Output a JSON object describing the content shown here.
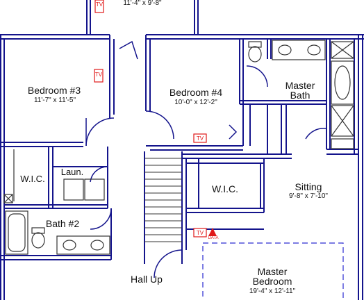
{
  "rooms": {
    "top_dims": "11'-4\" x 9'-8\"",
    "bedroom3": {
      "name": "Bedroom #3",
      "dims": "11'-7\" x 11'-5\""
    },
    "bedroom4": {
      "name": "Bedroom #4",
      "dims": "10'-0\" x 12'-2\""
    },
    "master_bath": {
      "name_line1": "Master",
      "name_line2": "Bath"
    },
    "wic_left": {
      "name": "W.I.C."
    },
    "laundry": {
      "name": "Laun."
    },
    "wic_center": {
      "name": "W.I.C."
    },
    "sitting": {
      "name": "Sitting",
      "dims": "9'-8\" x 7'-10\""
    },
    "bath2": {
      "name": "Bath #2"
    },
    "hall": {
      "name": "Hall Up"
    },
    "master_bedroom": {
      "name_line1": "Master",
      "name_line2": "Bedroom",
      "dims": "19'-4\" x 12'-11\""
    }
  },
  "symbols": {
    "tv": "TV",
    "data": "DATA"
  },
  "colors": {
    "wall": "#14148c",
    "wall_fill": "#ffffff",
    "fixture": "#333333",
    "dashed": "#2a2ad0",
    "accent_red": "#e01818"
  }
}
